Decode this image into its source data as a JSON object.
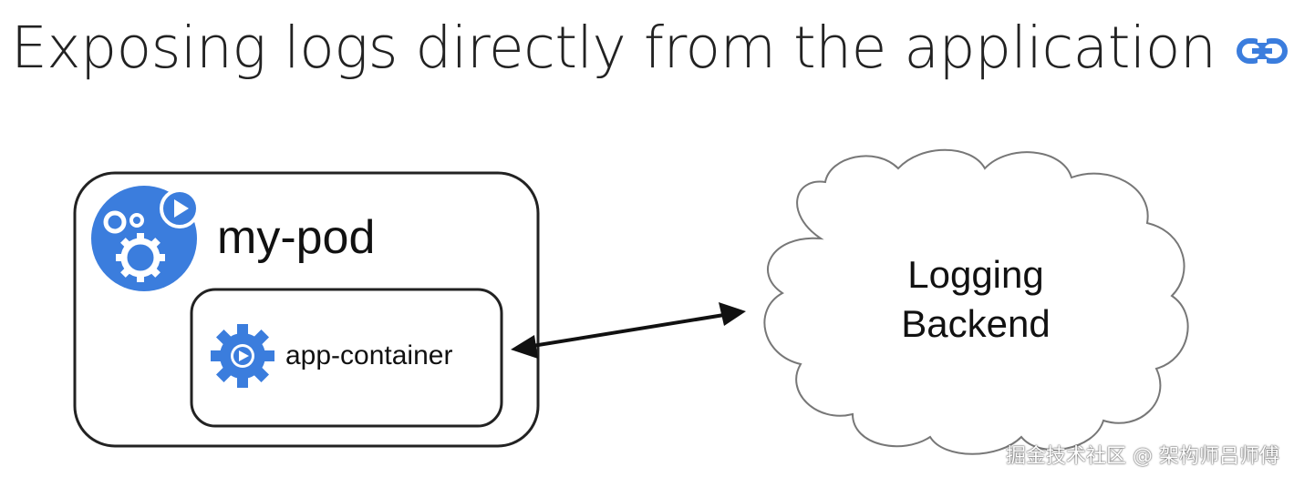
{
  "heading": {
    "title": "Exposing logs directly from the application",
    "link_icon": "link-icon"
  },
  "diagram": {
    "pod": {
      "label": "my-pod",
      "icon": "pod-gears-icon"
    },
    "container": {
      "label": "app-container",
      "icon": "container-gear-icon"
    },
    "connector": {
      "type": "bidirectional-arrow"
    },
    "backend": {
      "line1": "Logging",
      "line2": "Backend",
      "shape": "cloud"
    },
    "colors": {
      "accent_blue": "#3b7ddd",
      "stroke": "#222222",
      "cloud_stroke": "#777777"
    }
  },
  "watermark": {
    "text": "掘金技术社区 @ 架构师吕师傅"
  }
}
